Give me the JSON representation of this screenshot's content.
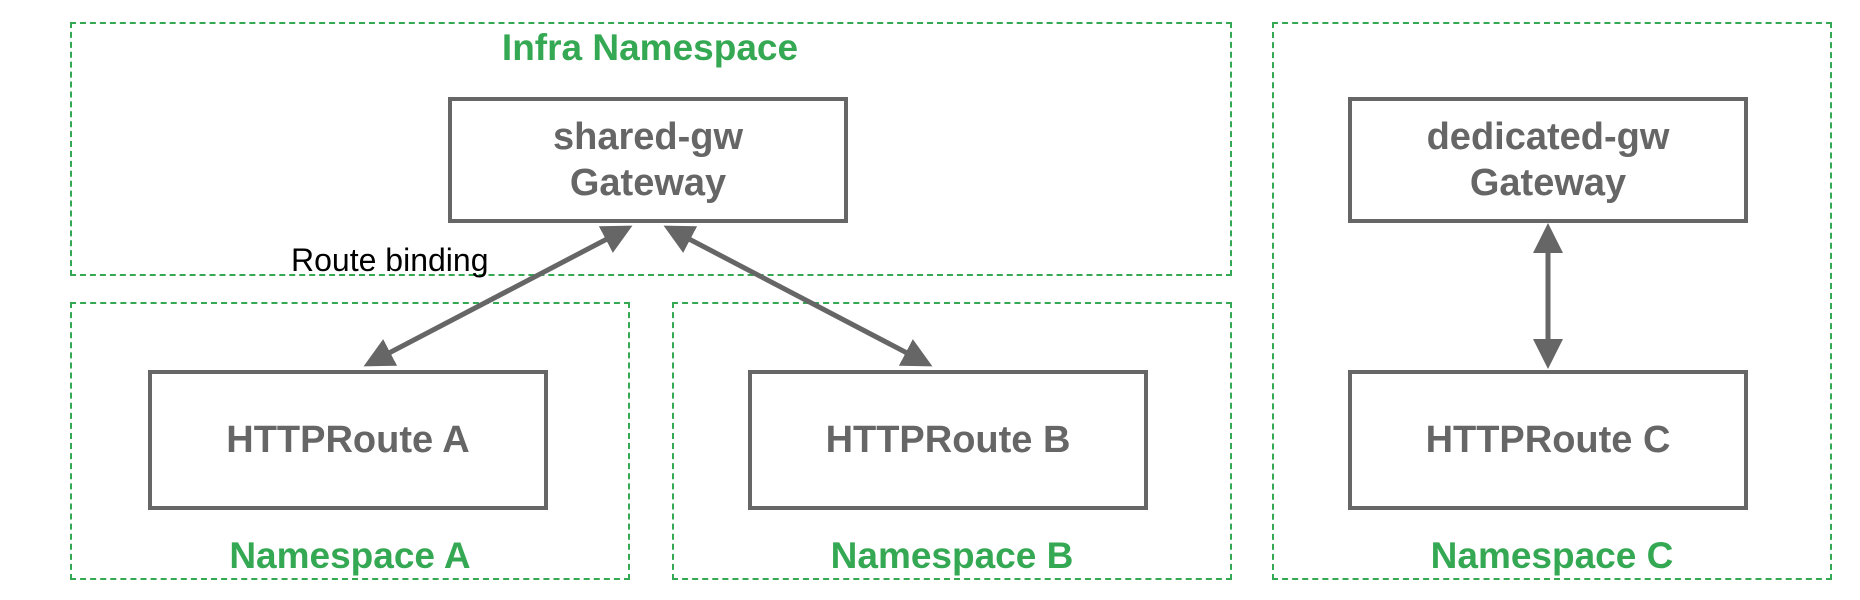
{
  "namespaces": {
    "infra": "Infra Namespace",
    "a": "Namespace A",
    "b": "Namespace B",
    "c": "Namespace C"
  },
  "nodes": {
    "shared_gw": {
      "name": "shared-gw",
      "kind": "Gateway"
    },
    "dedicated_gw": {
      "name": "dedicated-gw",
      "kind": "Gateway"
    },
    "route_a": {
      "label": "HTTPRoute A"
    },
    "route_b": {
      "label": "HTTPRoute B"
    },
    "route_c": {
      "label": "HTTPRoute C"
    }
  },
  "edges": {
    "route_binding_label": "Route binding"
  },
  "colors": {
    "namespace_border": "#34a853",
    "node_border": "#666666",
    "arrow": "#666666"
  }
}
